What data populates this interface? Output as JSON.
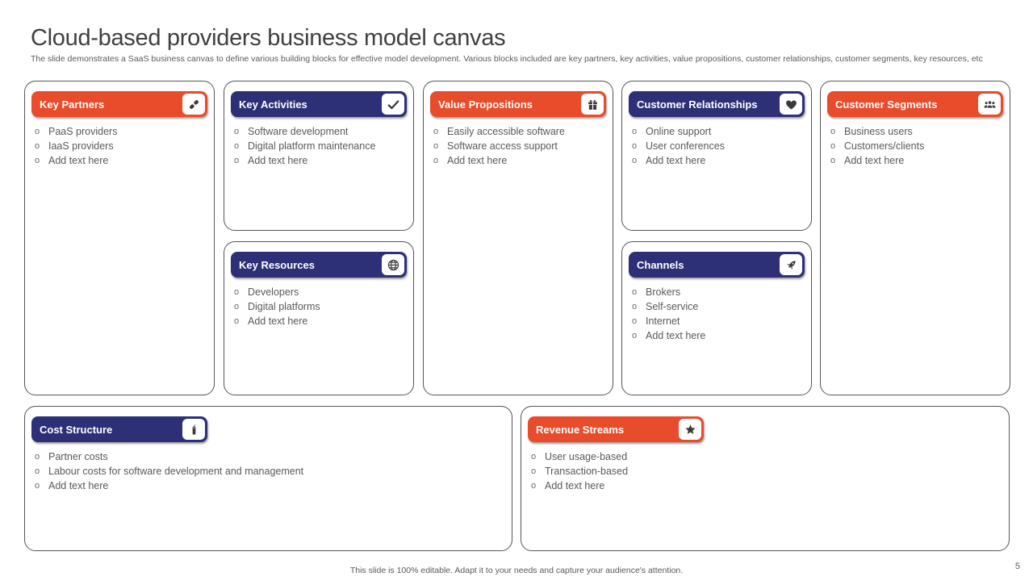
{
  "slide": {
    "title": "Cloud-based providers business model canvas",
    "subtitle": "The slide demonstrates a SaaS business canvas to define various building blocks for effective model development. Various blocks included are key partners, key activities, value propositions, customer relationships, customer segments, key resources, etc",
    "footer": "This slide is 100% editable. Adapt it to your needs and capture your audience's attention.",
    "page_number": "5"
  },
  "colors": {
    "orange": "#e84c2a",
    "navy": "#2d3076",
    "text_gray": "#595959",
    "icon_dark": "#3a3a3a",
    "card_border": "#54555a"
  },
  "bullet": "o",
  "cards": [
    {
      "title": "Key Partners",
      "icon": "link-icon",
      "theme": "orange",
      "items": [
        "PaaS providers",
        "IaaS providers",
        "Add text here"
      ]
    },
    {
      "title": "Key Activities",
      "icon": "check-icon",
      "theme": "navy",
      "items": [
        "Software development",
        "Digital platform maintenance",
        "Add text here"
      ]
    },
    {
      "title": "Key Resources",
      "icon": "globe-icon",
      "theme": "navy",
      "items": [
        "Developers",
        "Digital platforms",
        "Add text here"
      ]
    },
    {
      "title": "Value Propositions",
      "icon": "gift-icon",
      "theme": "orange",
      "items": [
        "Easily accessible software",
        "Software access support",
        "Add text here"
      ]
    },
    {
      "title": "Customer Relationships",
      "icon": "heart-icon",
      "theme": "navy",
      "items": [
        "Online support",
        "User conferences",
        "Add text here"
      ]
    },
    {
      "title": "Channels",
      "icon": "rocket-icon",
      "theme": "navy",
      "items": [
        "Brokers",
        "Self-service",
        "Internet",
        "Add text here"
      ]
    },
    {
      "title": "Customer Segments",
      "icon": "users-icon",
      "theme": "orange",
      "items": [
        "Business users",
        "Customers/clients",
        "Add text here"
      ]
    },
    {
      "title": "Cost Structure",
      "icon": "price-tag-icon",
      "theme": "navy",
      "items": [
        "Partner costs",
        "Labour costs for software development and management",
        "Add text here"
      ]
    },
    {
      "title": "Revenue Streams",
      "icon": "star-icon",
      "theme": "orange",
      "items": [
        "User usage-based",
        "Transaction-based",
        "Add text here"
      ]
    }
  ]
}
